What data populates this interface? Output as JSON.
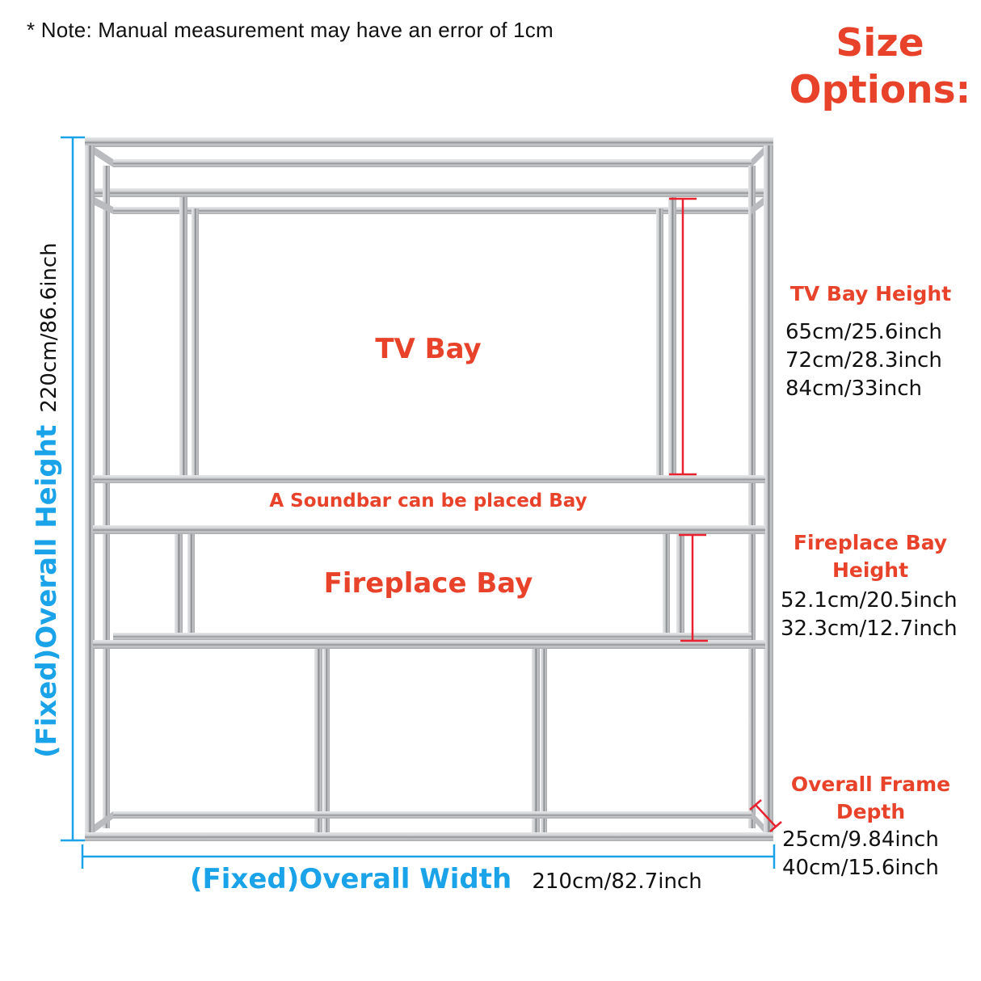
{
  "note": "* Note: Manual measurement may have an error of 1cm",
  "size_options": {
    "title_line1": "Size",
    "title_line2": "Options:",
    "tv_bay": {
      "heading": "TV Bay Height",
      "values": [
        "65cm/25.6inch",
        "72cm/28.3inch",
        "84cm/33inch"
      ]
    },
    "fireplace_bay": {
      "heading_line1": "Fireplace Bay",
      "heading_line2": "Height",
      "values": [
        "52.1cm/20.5inch",
        "32.3cm/12.7inch"
      ]
    },
    "frame_depth": {
      "heading_line1": "Overall Frame",
      "heading_line2": "Depth",
      "values": [
        "25cm/9.84inch",
        "40cm/15.6inch"
      ]
    }
  },
  "frame": {
    "tv_bay_label": "TV Bay",
    "soundbar_label": "A Soundbar can be placed Bay",
    "fireplace_bay_label": "Fireplace Bay"
  },
  "dimensions": {
    "height_label": "(Fixed)Overall Height",
    "height_value": "220cm/86.6inch",
    "width_label": "(Fixed)Overall Width",
    "width_value": "210cm/82.7inch"
  },
  "colors": {
    "accent_red": "#e8432a",
    "dimension_blue": "#1aa3e8",
    "measure_red": "#e8222e",
    "aluminum": "#c9cbcd"
  }
}
